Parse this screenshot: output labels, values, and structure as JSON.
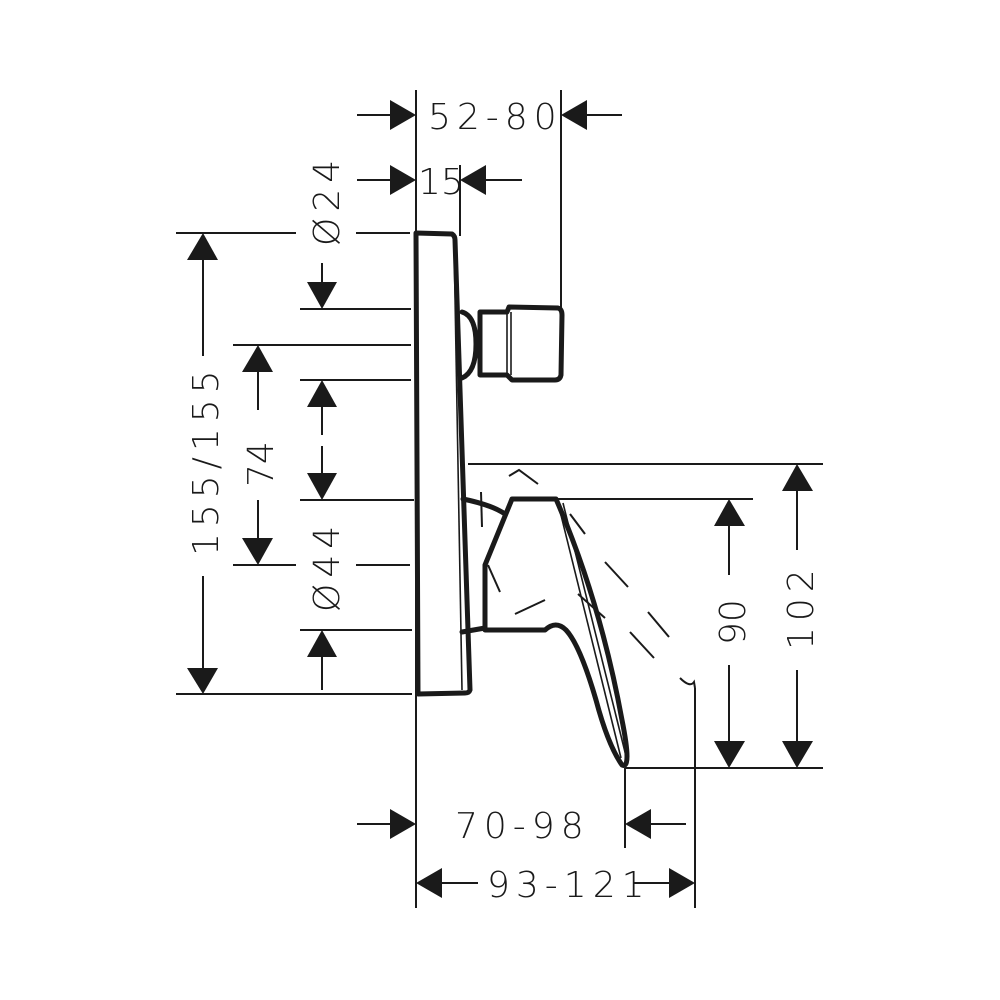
{
  "drawing": {
    "title": "Concealed bath mixer technical dimension drawing",
    "line_color": "#1a1a1a",
    "background": "#ffffff",
    "dimensions": {
      "projection_handle_knob": "52-80",
      "plate_depth": "15",
      "diverter_diameter": "Ø24",
      "plate_height": "155/155",
      "center_distance": "74",
      "handle_diameter": "Ø44",
      "lever_height_lower": "90",
      "lever_height_upper": "102",
      "lever_projection": "70-98",
      "lever_reach_total": "93-121"
    }
  }
}
